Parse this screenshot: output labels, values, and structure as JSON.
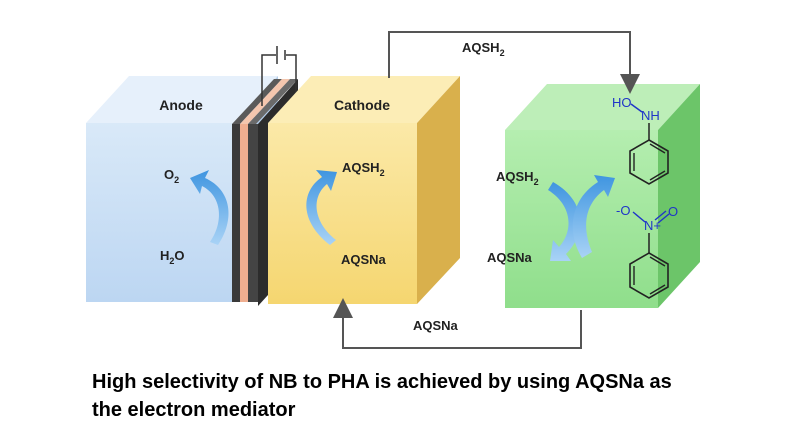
{
  "diagram": {
    "anode": {
      "label": "Anode",
      "top_species": "O",
      "top_sub": "2",
      "bottom_species": "H",
      "bottom_sub": "2",
      "bottom_tail": "O"
    },
    "cathode": {
      "label": "Cathode",
      "top_species": "AQSH",
      "top_sub": "2",
      "bottom_species": "AQSNa"
    },
    "reactor": {
      "top_species": "AQSH",
      "top_sub": "2",
      "bottom_species": "AQSNa",
      "product_hydroxyl": "HO",
      "product_nh": "NH",
      "reactant_o_minus": "-O",
      "reactant_n_plus": "N+",
      "reactant_o": "O"
    },
    "top_pipe": {
      "label": "AQSH",
      "label_sub": "2"
    },
    "bottom_pipe": {
      "label": "AQSNa"
    },
    "colors": {
      "anode": "#cfe2f6",
      "cathode": "#f8e08a",
      "reactor": "#9ee39a",
      "membrane": "#3b3b3b",
      "separator": "#f1b79c",
      "arrow": "#5aa7e8",
      "chem_blue": "#1f35c8"
    }
  },
  "caption": {
    "line1": "High selectivity of NB to PHA is achieved by using AQSNa as",
    "line2": "the electron mediator"
  }
}
